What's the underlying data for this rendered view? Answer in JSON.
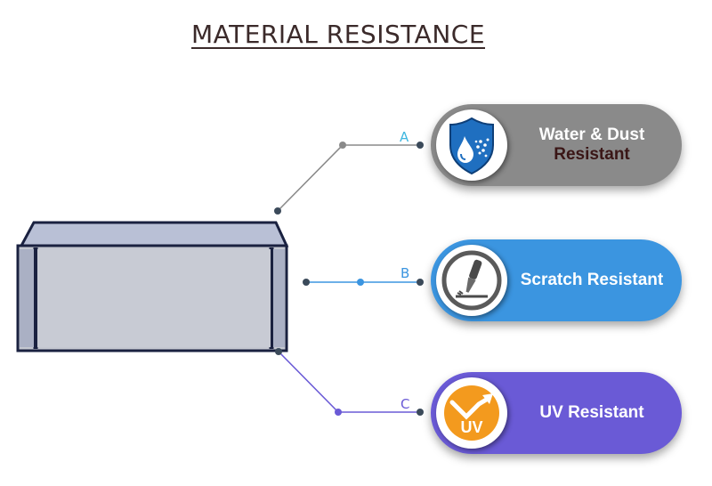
{
  "title": "MATERIAL RESISTANCE",
  "features": [
    {
      "letter": "A",
      "line1": "Water & Dust",
      "line2": "Resistant",
      "icon": "water-drop-shield-icon",
      "color": "#8a8a8a",
      "text_color": "#ffffff",
      "text2_color": "#3a1616",
      "line_color": "#8a8a8a",
      "letter_color": "#3fb7e0"
    },
    {
      "letter": "B",
      "line1": "Scratch Resistant",
      "icon": "scratch-tool-icon",
      "color": "#3b95e0",
      "text_color": "#ffffff",
      "line_color": "#3b95e0",
      "letter_color": "#3b95e0"
    },
    {
      "letter": "C",
      "line1": "UV Resistant",
      "icon": "uv-sun-icon",
      "color": "#6a5ad6",
      "text_color": "#ffffff",
      "line_color": "#6a5ad6",
      "letter_color": "#6a5ad6",
      "icon_text": "UV"
    }
  ]
}
